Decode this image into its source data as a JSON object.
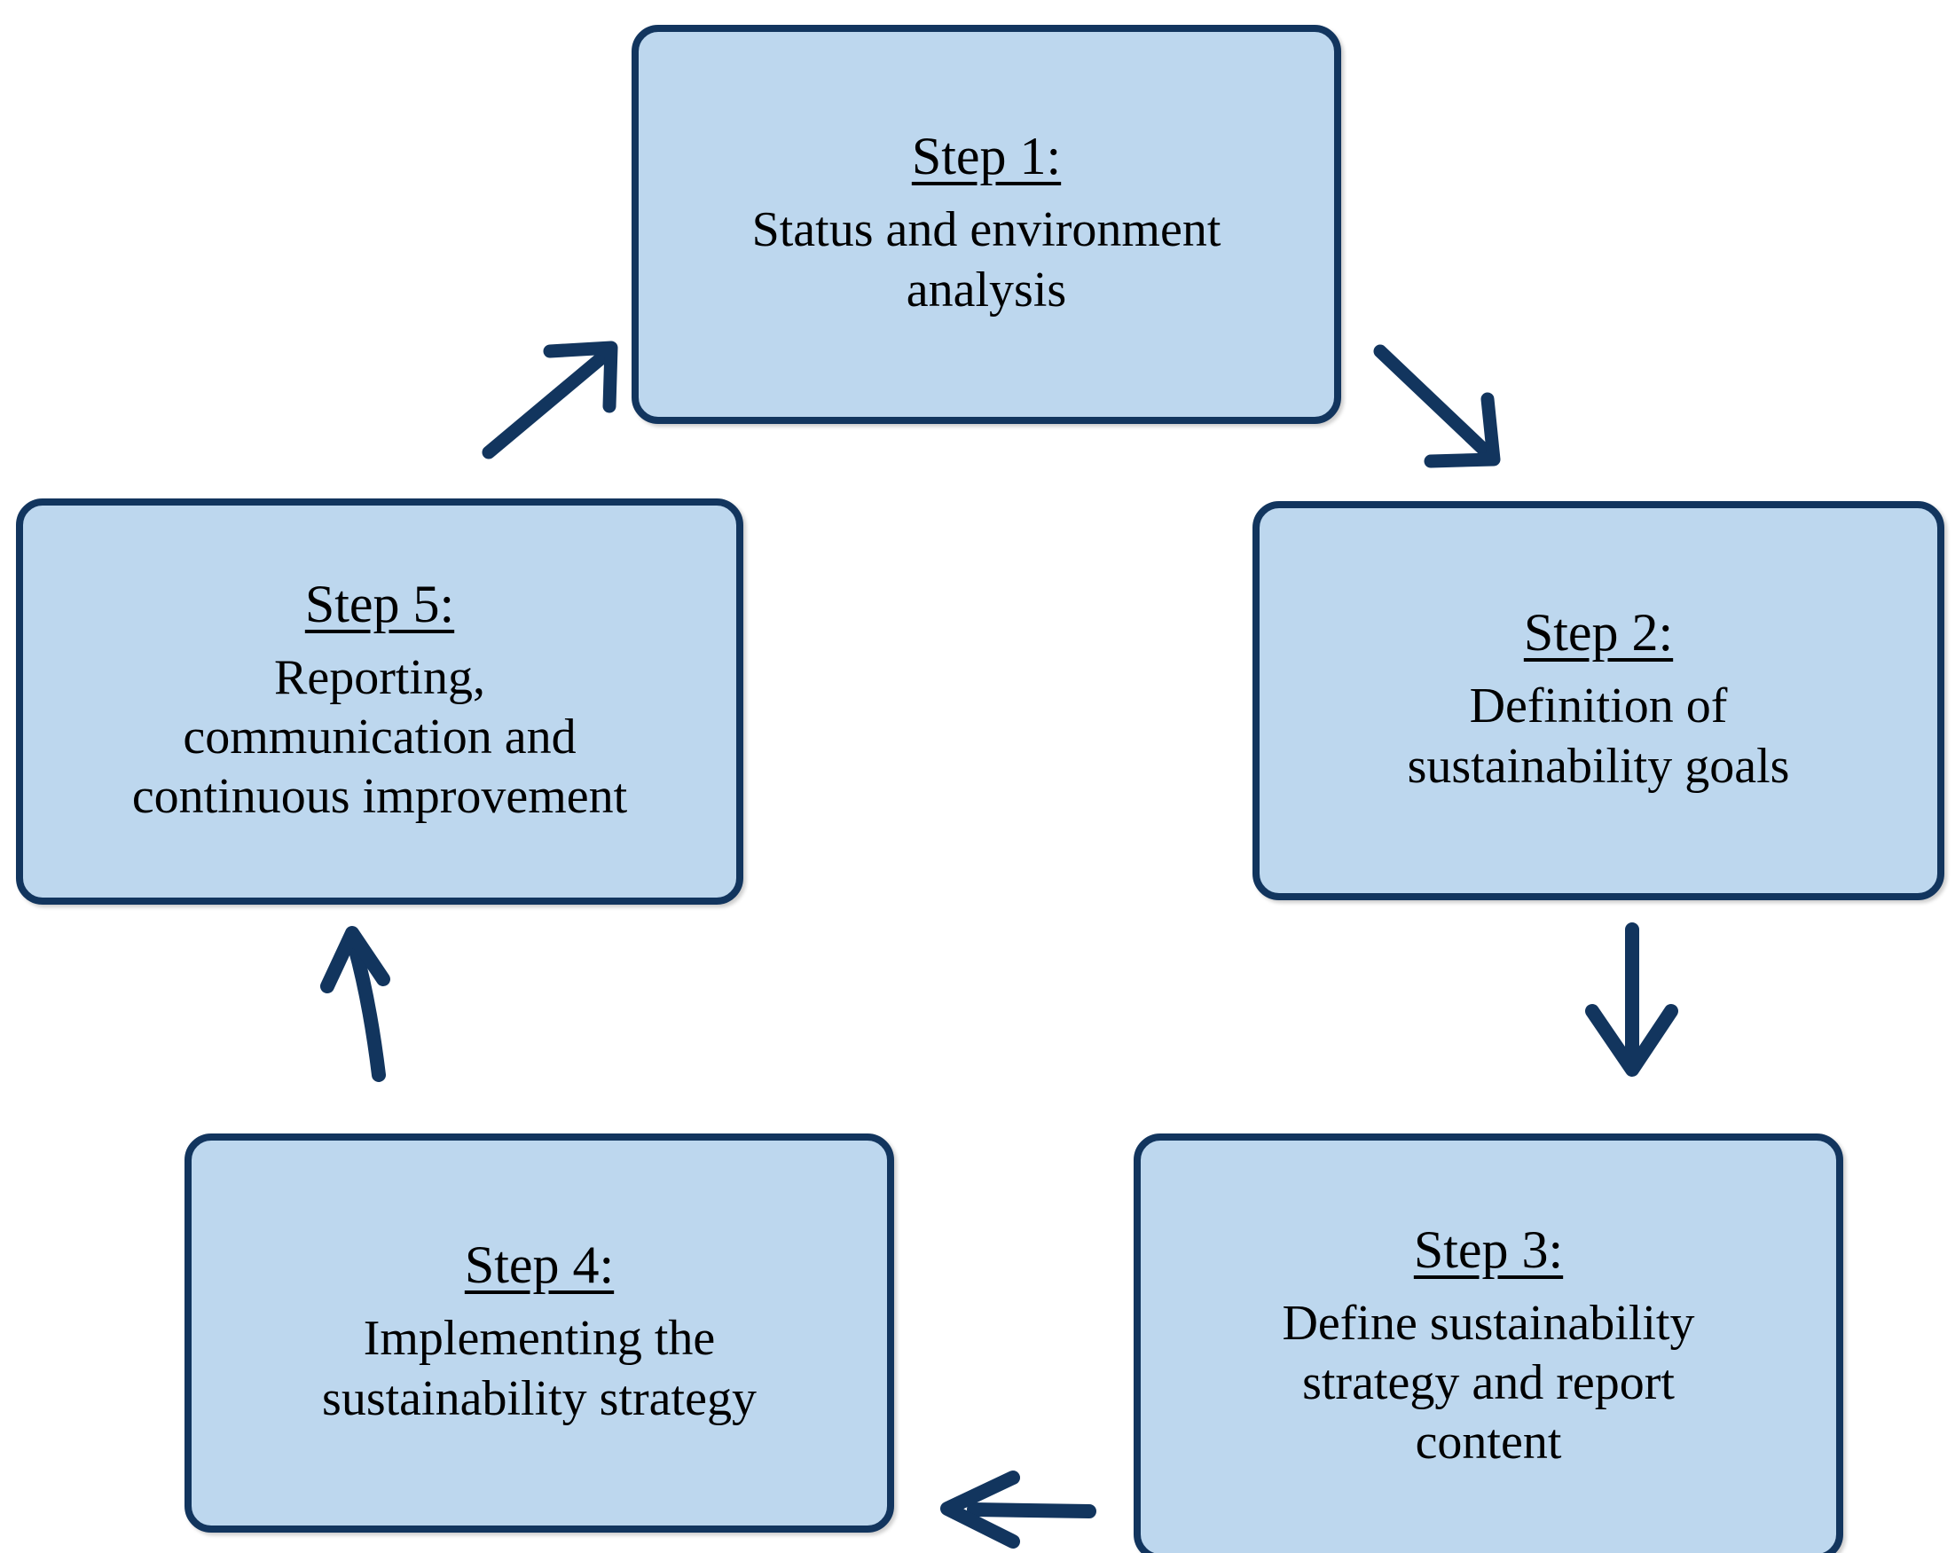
{
  "diagram": {
    "type": "cycle-flowchart",
    "shape": "5-step closed loop",
    "colors": {
      "node_fill": "#BDD7EE",
      "node_border": "#12355E",
      "arrow": "#12355E",
      "text": "#000000",
      "background": "#FFFFFF"
    },
    "nodes": [
      {
        "id": "step-1",
        "title": "Step 1:",
        "body": "Status and environment\nanalysis"
      },
      {
        "id": "step-2",
        "title": "Step 2:",
        "body": "Definition of\nsustainability goals"
      },
      {
        "id": "step-3",
        "title": "Step 3:",
        "body": "Define sustainability\nstrategy and report\ncontent"
      },
      {
        "id": "step-4",
        "title": "Step 4:",
        "body": "Implementing the\nsustainability strategy"
      },
      {
        "id": "step-5",
        "title": "Step 5:",
        "body": "Reporting,\ncommunication and\ncontinuous improvement"
      }
    ],
    "arrows": [
      {
        "id": "arrow-1-to-2",
        "from": "step-1",
        "to": "step-2",
        "direction": "down-right"
      },
      {
        "id": "arrow-2-to-3",
        "from": "step-2",
        "to": "step-3",
        "direction": "down"
      },
      {
        "id": "arrow-3-to-4",
        "from": "step-3",
        "to": "step-4",
        "direction": "left"
      },
      {
        "id": "arrow-4-to-5",
        "from": "step-4",
        "to": "step-5",
        "direction": "up"
      },
      {
        "id": "arrow-5-to-1",
        "from": "step-5",
        "to": "step-1",
        "direction": "up-right"
      }
    ]
  }
}
